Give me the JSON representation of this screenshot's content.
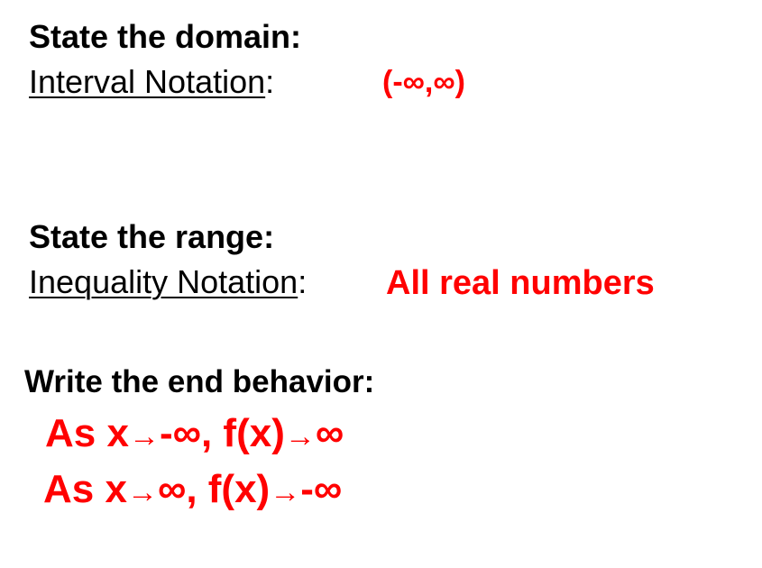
{
  "domain": {
    "heading": "State the domain:",
    "label": "Interval Notation",
    "colon": ":",
    "answer": "(-∞,∞)"
  },
  "range": {
    "heading": "State the range:",
    "label": "Inequality Notation",
    "colon": ":",
    "answer": "All real numbers"
  },
  "end_behavior": {
    "heading": "Write the end behavior:",
    "line1": {
      "part1": "As x",
      "arrow1": "→",
      "part2": "-∞, f(x)",
      "arrow2": "→",
      "part3": "∞"
    },
    "line2": {
      "part1": "As x",
      "arrow1": "→",
      "part2": "∞, f(x)",
      "arrow2": "→",
      "part3": "-∞"
    }
  },
  "colors": {
    "answer": "#ff0000",
    "text": "#000000"
  }
}
